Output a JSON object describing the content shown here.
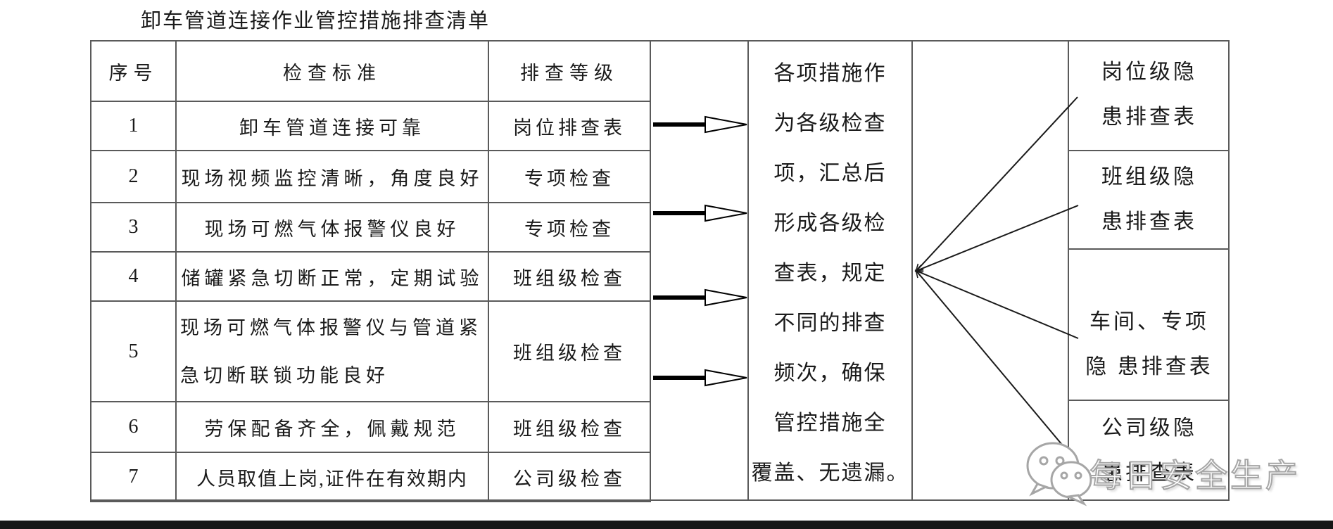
{
  "title": "卸车管道连接作业管控措施排查清单",
  "table": {
    "headers": [
      "序号",
      "检查标准",
      "排查等级"
    ],
    "rows": [
      {
        "num": "1",
        "standard": "卸车管道连接可靠",
        "level": "岗位排查表"
      },
      {
        "num": "2",
        "standard": "现场视频监控清晰，角度良好",
        "level": "专项检查"
      },
      {
        "num": "3",
        "standard": "现场可燃气体报警仪良好",
        "level": "专项检查"
      },
      {
        "num": "4",
        "standard": "储罐紧急切断正常，定期试验",
        "level": "班组级检查"
      },
      {
        "num": "5",
        "standard": "现场可燃气体报警仪与管道紧急切断联锁功能良好",
        "level": "班组级检查"
      },
      {
        "num": "6",
        "standard": "劳保配备齐全，佩戴规范",
        "level": "班组级检查"
      },
      {
        "num": "7",
        "standard": "人员取值上岗,证件在有效期内",
        "level": "公司级检查"
      }
    ]
  },
  "middle_note": {
    "full_text": "各项措施作为各级检查项，汇总后形成各级检查表，规定不同的排查频次，确保管控措施全覆盖、无遗漏。",
    "lines": [
      "各项措施作",
      "为各级检查",
      "项，汇总后",
      "形成各级检",
      "查表，规定",
      "不同的排查",
      "频次，确保",
      "管控措施全",
      "覆盖、无遗漏。"
    ]
  },
  "output_boxes": [
    {
      "lines": [
        "岗位级隐",
        "患排查表"
      ]
    },
    {
      "lines": [
        "班组级隐",
        "患排查表"
      ]
    },
    {
      "lines": [
        "车间、专项",
        "隐 患排查表"
      ]
    },
    {
      "lines": [
        "公司级隐",
        "患排查表"
      ]
    }
  ],
  "watermark": {
    "icon": "wechat-icon",
    "text": "每日安全生产"
  },
  "colors": {
    "grid_line": "#5a5a5a",
    "text": "#1a1a1a",
    "arrow": "#000000",
    "watermark": "#a6a6a6",
    "bottom_bar": "#161616"
  }
}
